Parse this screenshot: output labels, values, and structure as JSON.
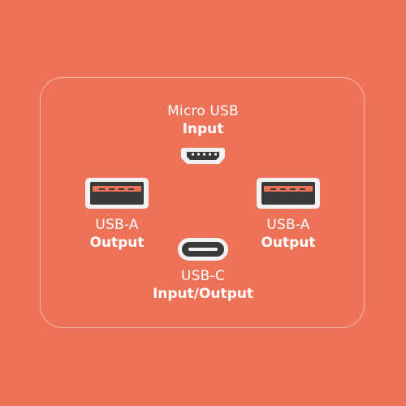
{
  "ports": {
    "micro_usb": {
      "type": "Micro USB",
      "role": "Input",
      "icon": "micro-usb-port-icon"
    },
    "usb_a_left": {
      "type": "USB-A",
      "role": "Output",
      "icon": "usb-a-port-icon"
    },
    "usb_a_right": {
      "type": "USB-A",
      "role": "Output",
      "icon": "usb-a-port-icon"
    },
    "usb_c": {
      "type": "USB-C",
      "role": "Input/Output",
      "icon": "usb-c-port-icon"
    }
  },
  "colors": {
    "background": "#EE7257",
    "panel_border": "#F6B9A9",
    "port_shell": "#F2F2F2",
    "port_inner": "#3A3A3A",
    "usb_a_tongue": "#EE7257",
    "label_text": "#FFFFFF"
  }
}
